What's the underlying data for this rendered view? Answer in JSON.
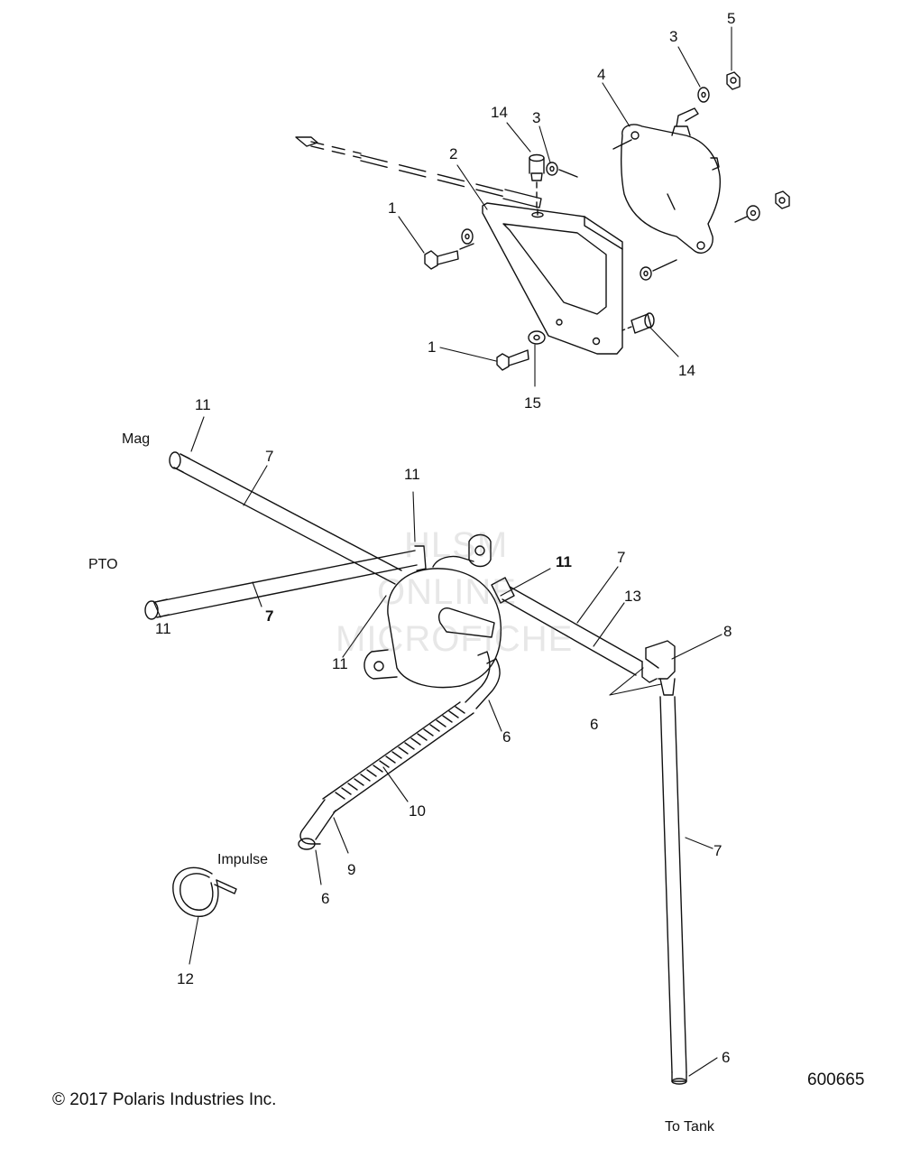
{
  "callouts": [
    {
      "id": "c5",
      "text": "5"
    },
    {
      "id": "c3a",
      "text": "3"
    },
    {
      "id": "c4",
      "text": "4"
    },
    {
      "id": "c14a",
      "text": "14"
    },
    {
      "id": "c3b",
      "text": "3"
    },
    {
      "id": "c2",
      "text": "2"
    },
    {
      "id": "c1a",
      "text": "1"
    },
    {
      "id": "c1b",
      "text": "1"
    },
    {
      "id": "c15",
      "text": "15"
    },
    {
      "id": "c14b",
      "text": "14"
    },
    {
      "id": "c11a",
      "text": "11"
    },
    {
      "id": "c7a",
      "text": "7"
    },
    {
      "id": "c11b",
      "text": "11"
    },
    {
      "id": "c11c",
      "text": "11"
    },
    {
      "id": "c7b",
      "text": "7"
    },
    {
      "id": "c11d",
      "text": "11"
    },
    {
      "id": "c7c",
      "text": "7"
    },
    {
      "id": "c13",
      "text": "13"
    },
    {
      "id": "c11e",
      "text": "11"
    },
    {
      "id": "c8",
      "text": "8"
    },
    {
      "id": "c6a",
      "text": "6"
    },
    {
      "id": "c6b",
      "text": "6"
    },
    {
      "id": "c10",
      "text": "10"
    },
    {
      "id": "c9",
      "text": "9"
    },
    {
      "id": "c6c",
      "text": "6"
    },
    {
      "id": "c7d",
      "text": "7"
    },
    {
      "id": "c12",
      "text": "12"
    },
    {
      "id": "c6d",
      "text": "6"
    }
  ],
  "words": {
    "mag": "Mag",
    "pto": "PTO",
    "impulse": "Impulse",
    "to_tank": "To Tank"
  },
  "watermark": {
    "line1": "HLSM",
    "line2": "ONLINE",
    "line3": "MICROFICHE"
  },
  "footer": {
    "copyright": "© 2017 Polaris Industries Inc.",
    "figure_id": "600665"
  }
}
